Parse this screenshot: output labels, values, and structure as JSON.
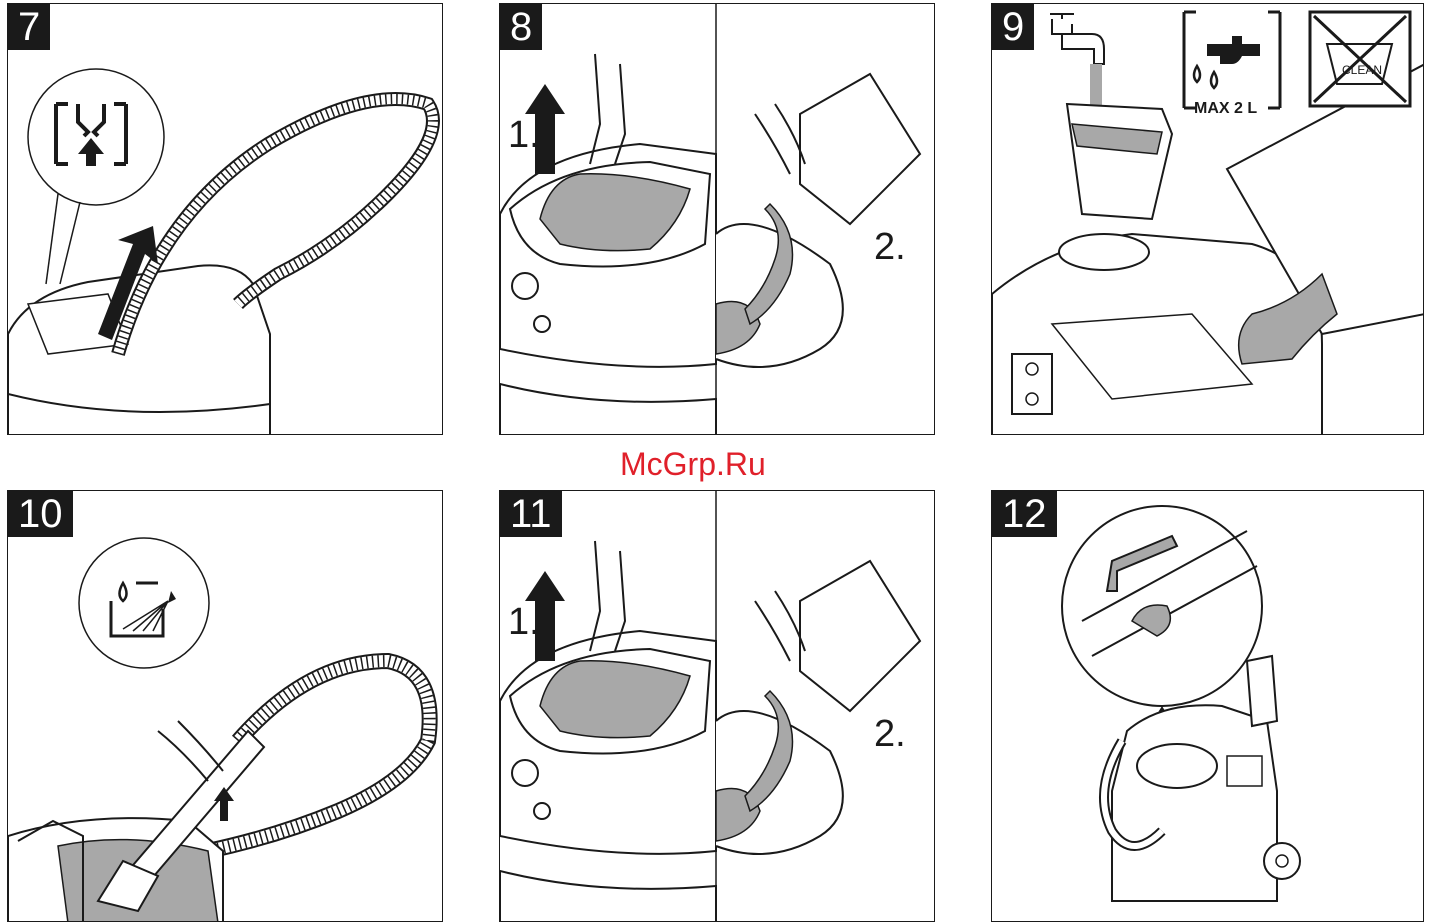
{
  "panels": [
    {
      "number": "7"
    },
    {
      "number": "8",
      "steps": [
        "1.",
        "2."
      ]
    },
    {
      "number": "9",
      "label": "MAX 2 L"
    },
    {
      "number": "10"
    },
    {
      "number": "11",
      "steps": [
        "1.",
        "2."
      ]
    },
    {
      "number": "12"
    }
  ],
  "watermark": "McGrp.Ru",
  "icons": [
    "hose-park-icon",
    "tap-water-icon",
    "no-detergent-icon",
    "rinse-spray-icon"
  ],
  "colors": {
    "line": "#1a1a1a",
    "water": "#a8a8a8",
    "watermark": "#e0202a"
  }
}
